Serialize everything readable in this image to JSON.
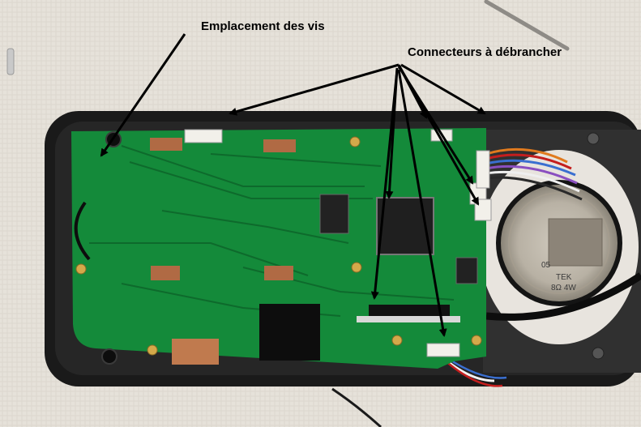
{
  "annotations": {
    "screw_label": "Emplacement des vis",
    "connector_label": "Connecteurs à débrancher"
  },
  "speaker_markings": {
    "brand": "TEK",
    "rating": "8Ω 4W",
    "code": "05"
  }
}
